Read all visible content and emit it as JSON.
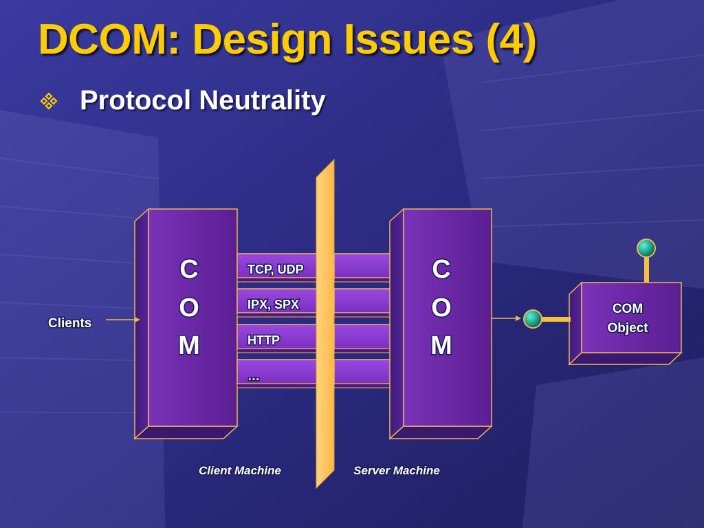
{
  "slide": {
    "title": "DCOM: Design Issues (4)",
    "bullet": "Protocol Neutrality",
    "bullet_icon": "diamond-cluster-icon"
  },
  "diagram": {
    "client_label": "Clients",
    "client_com_letters": [
      "C",
      "O",
      "M"
    ],
    "server_com_letters": [
      "C",
      "O",
      "M"
    ],
    "protocols": [
      "TCP, UDP",
      "IPX, SPX",
      "HTTP",
      "…"
    ],
    "com_object_lines": [
      "COM",
      "Object"
    ],
    "client_machine_label": "Client Machine",
    "server_machine_label": "Server Machine"
  },
  "colors": {
    "background": "#2a2a78",
    "title": "#ffcc00",
    "box_fill": "#6a2aa0",
    "box_outline": "#f0b850",
    "divider": "#ffc060",
    "connector_ball": "#1ea08a"
  }
}
